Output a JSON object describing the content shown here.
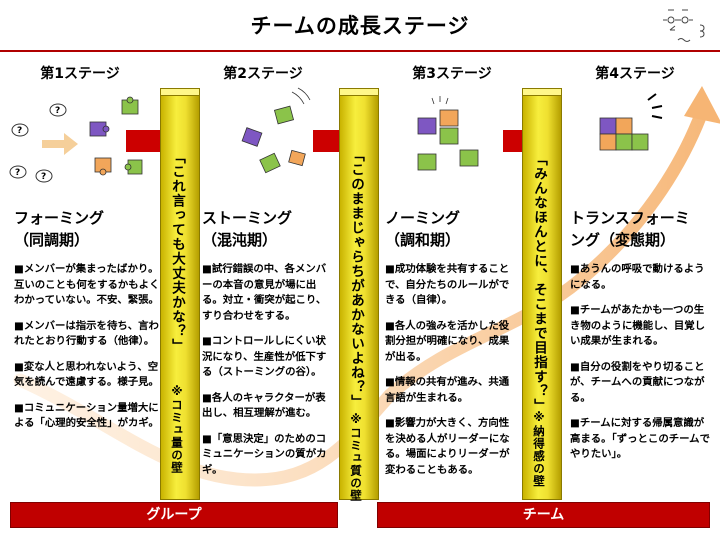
{
  "title": "チームの成長ステージ",
  "colors": {
    "accent_red": "#c00000",
    "pillar_yellow": "#f2e33a",
    "growth_arrow": "#f7c08c"
  },
  "stages": [
    {
      "label": "第1ステージ",
      "name_line1": "フォーミング",
      "name_line2": "（同調期）",
      "bullets": [
        "■メンバーが集まったばかり。互いのことも何をするかもよくわかっていない。不安、緊張。",
        "■メンバーは指示を待ち、言われたとおり行動する（他律）。",
        "■変な人と思われないよう、空気を読んで遠慮する。様子見。",
        "■コミュニケーション量増大による「心理的安全性」がカギ。"
      ]
    },
    {
      "label": "第2ステージ",
      "name_line1": "ストーミング",
      "name_line2": "（混沌期）",
      "bullets": [
        "■試行錯誤の中、各メンバーの本音の意見が場に出る。対立・衝突が起こり、すり合わせをする。",
        "■コントロールしにくい状況になり、生産性が低下する（ストーミングの谷）。",
        "■各人のキャラクターが表出し、相互理解が進む。",
        "■「意思決定」のためのコミュニケーションの質がカギ。"
      ]
    },
    {
      "label": "第3ステージ",
      "name_line1": "ノーミング",
      "name_line2": "（調和期）",
      "bullets": [
        "■成功体験を共有することで、自分たちのルールができる（自律）。",
        "■各人の強みを活かした役割分担が明確になり、成果が出る。",
        "■情報の共有が進み、共通言語が生まれる。",
        "■影響力が大きく、方向性を決める人がリーダーになる。場面によりリーダーが変わることもある。"
      ]
    },
    {
      "label": "第4ステージ",
      "name_line1": "トランスフォーミ",
      "name_line2": "ング（変態期）",
      "bullets": [
        "■あうんの呼吸で動けるようになる。",
        "■チームがあたかも一つの生き物のように機能し、目覚しい成果が生まれる。",
        "■自分の役割をやり切ることが、チームへの貢献につながる。",
        "■チームに対する帰属意識が高まる。「ずっとこのチームでやりたい」。"
      ]
    }
  ],
  "walls": [
    {
      "quote": "「これ言っても大丈夫かな？」",
      "note": "※コミュ量の壁"
    },
    {
      "quote": "「このままじゃらちがあかないよね？」",
      "note": "※コミュ質の壁"
    },
    {
      "quote": "「みんなほんとに、そこまで目指す？」",
      "note": "※納得感の壁"
    }
  ],
  "groups": [
    {
      "label": "グループ"
    },
    {
      "label": "チーム"
    }
  ]
}
